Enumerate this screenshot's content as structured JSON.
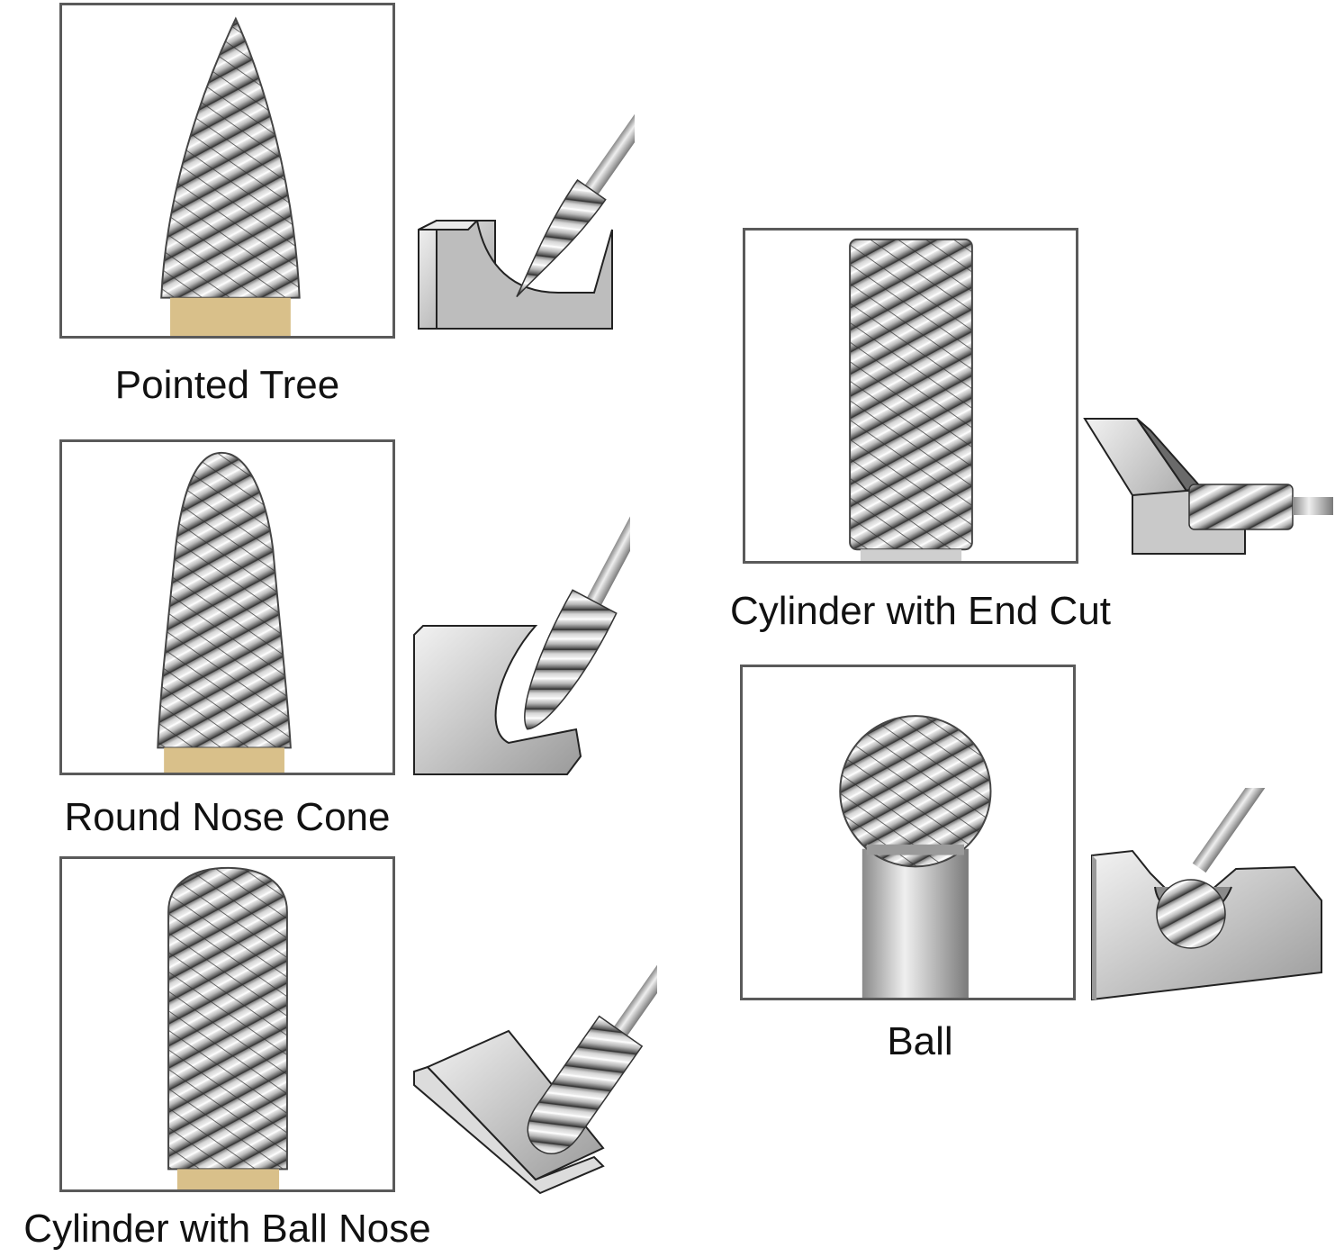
{
  "colors": {
    "frame_border": "#5a5a5a",
    "steel_light": "#e6e6e6",
    "steel_mid": "#a9a9a9",
    "steel_dark": "#4a4a4a",
    "brass": "#d9c08a",
    "work_block": "#c8c8c8"
  },
  "items": [
    {
      "label": "Pointed Tree",
      "shape": "pointed-tree"
    },
    {
      "label": "Round Nose Cone",
      "shape": "round-nose-cone"
    },
    {
      "label": "Cylinder with Ball Nose",
      "shape": "cylinder-ball-nose"
    },
    {
      "label": "Cylinder with End Cut",
      "shape": "cylinder-end-cut"
    },
    {
      "label": "Ball",
      "shape": "ball"
    }
  ]
}
